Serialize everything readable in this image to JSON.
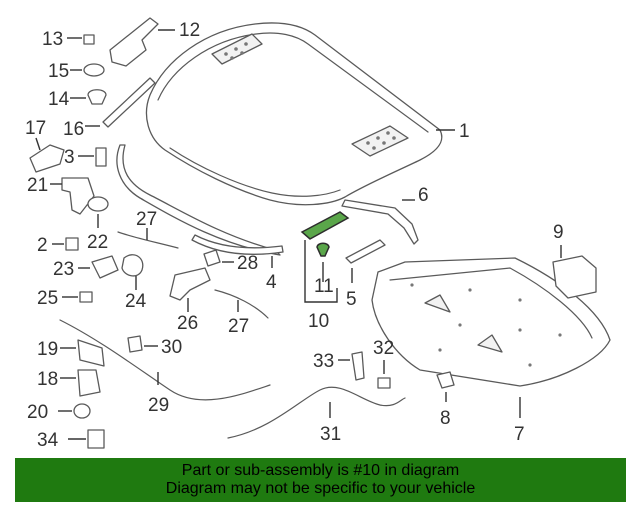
{
  "diagram": {
    "highlight_color": "#5aa64a",
    "callouts": [
      {
        "id": "c1",
        "label": "1"
      },
      {
        "id": "c2",
        "label": "2"
      },
      {
        "id": "c3",
        "label": "3"
      },
      {
        "id": "c4",
        "label": "4"
      },
      {
        "id": "c5",
        "label": "5"
      },
      {
        "id": "c6",
        "label": "6"
      },
      {
        "id": "c7",
        "label": "7"
      },
      {
        "id": "c8",
        "label": "8"
      },
      {
        "id": "c9",
        "label": "9"
      },
      {
        "id": "c10",
        "label": "10"
      },
      {
        "id": "c11",
        "label": "11"
      },
      {
        "id": "c12",
        "label": "12"
      },
      {
        "id": "c13",
        "label": "13"
      },
      {
        "id": "c14",
        "label": "14"
      },
      {
        "id": "c15",
        "label": "15"
      },
      {
        "id": "c16",
        "label": "16"
      },
      {
        "id": "c17",
        "label": "17"
      },
      {
        "id": "c18",
        "label": "18"
      },
      {
        "id": "c19",
        "label": "19"
      },
      {
        "id": "c20",
        "label": "20"
      },
      {
        "id": "c21",
        "label": "21"
      },
      {
        "id": "c22",
        "label": "22"
      },
      {
        "id": "c23",
        "label": "23"
      },
      {
        "id": "c24",
        "label": "24"
      },
      {
        "id": "c25",
        "label": "25"
      },
      {
        "id": "c26",
        "label": "26"
      },
      {
        "id": "c27a",
        "label": "27"
      },
      {
        "id": "c27b",
        "label": "27"
      },
      {
        "id": "c28",
        "label": "28"
      },
      {
        "id": "c29",
        "label": "29"
      },
      {
        "id": "c30",
        "label": "30"
      },
      {
        "id": "c31",
        "label": "31"
      },
      {
        "id": "c32",
        "label": "32"
      },
      {
        "id": "c33",
        "label": "33"
      },
      {
        "id": "c34",
        "label": "34"
      }
    ]
  },
  "footer": {
    "background_color": "#1f7a10",
    "line1": "Part or sub-assembly is #10 in diagram",
    "line2": "Diagram may not be specific to your vehicle"
  }
}
